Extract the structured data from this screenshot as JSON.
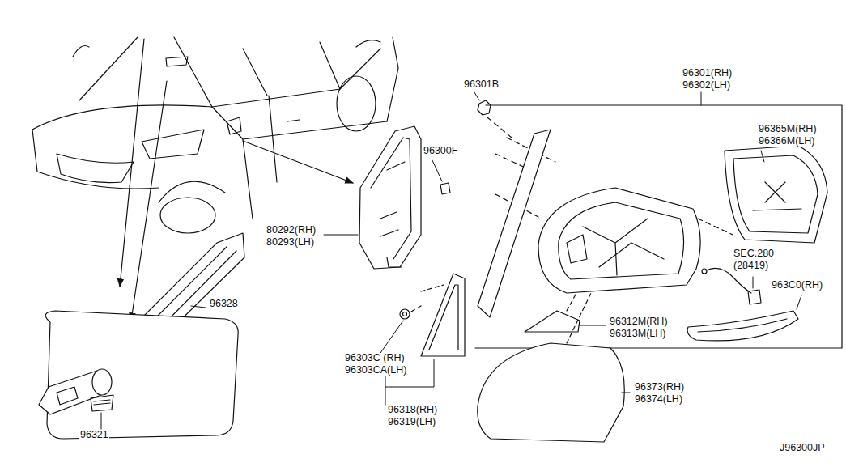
{
  "diagram": {
    "labels": [
      "96301(RH)",
      "96302(LH)",
      "96301B",
      "96300F",
      "96365M(RH)",
      "96366M(LH)",
      "80292(RH)",
      "80293(LH)",
      "SEC.280",
      "(28419)",
      "963C0(RH)",
      "96328",
      "96312M(RH)",
      "96313M(LH)",
      "96303C (RH)",
      "96303CA(LH)",
      "96373(RH)",
      "96374(LH)",
      "96318(RH)",
      "96319(LH)",
      "96321",
      "J96300JP"
    ]
  }
}
